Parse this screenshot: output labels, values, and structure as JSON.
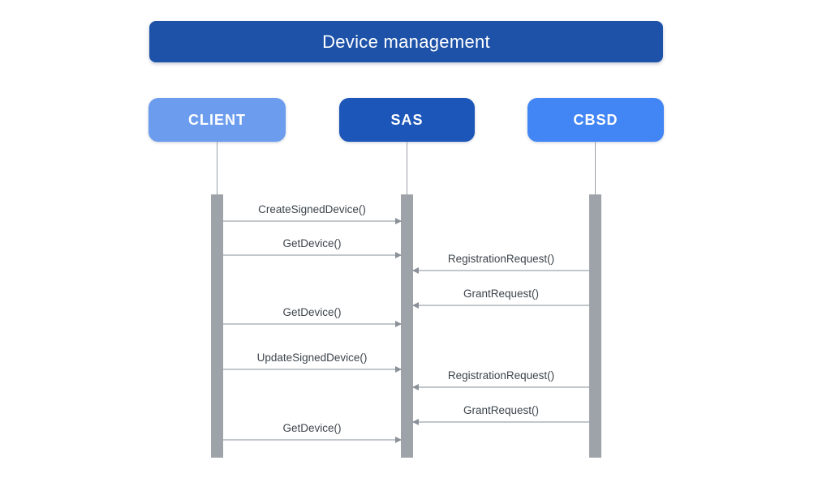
{
  "title": "Device management",
  "colors": {
    "title_bg": "#1d52a8",
    "client_bg": "#6c9cee",
    "sas_bg": "#1b56b8",
    "cbsd_bg": "#4285f4",
    "activation_bar": "#9ea2a9",
    "lifeline": "#9aa0a6",
    "arrow_line": "#c2c7cc",
    "arrow_head": "#8b9198",
    "message_text": "#3d444b",
    "actor_text": "#ffffff"
  },
  "actors": [
    {
      "id": "client",
      "label": "CLIENT"
    },
    {
      "id": "sas",
      "label": "SAS"
    },
    {
      "id": "cbsd",
      "label": "CBSD"
    }
  ],
  "messages": [
    {
      "label": "CreateSignedDevice()",
      "from": "CLIENT",
      "to": "SAS"
    },
    {
      "label": "GetDevice()",
      "from": "CLIENT",
      "to": "SAS"
    },
    {
      "label": "RegistrationRequest()",
      "from": "CBSD",
      "to": "SAS"
    },
    {
      "label": "GrantRequest()",
      "from": "CBSD",
      "to": "SAS"
    },
    {
      "label": "GetDevice()",
      "from": "CLIENT",
      "to": "SAS"
    },
    {
      "label": "UpdateSignedDevice()",
      "from": "CLIENT",
      "to": "SAS"
    },
    {
      "label": "RegistrationRequest()",
      "from": "CBSD",
      "to": "SAS"
    },
    {
      "label": "GrantRequest()",
      "from": "CBSD",
      "to": "SAS"
    },
    {
      "label": "GetDevice()",
      "from": "CLIENT",
      "to": "SAS"
    }
  ]
}
